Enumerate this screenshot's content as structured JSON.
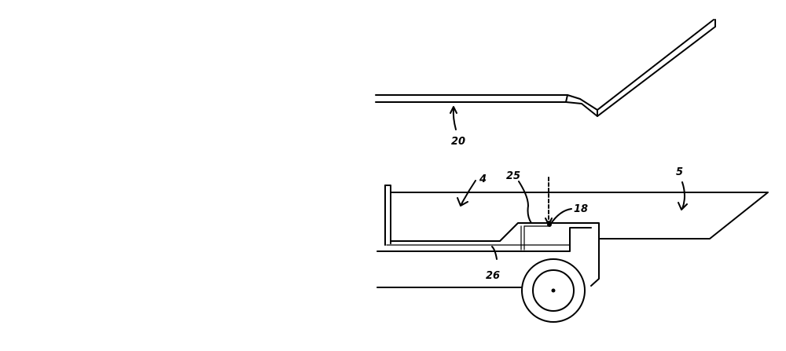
{
  "figure": {
    "labels": {
      "ramp": "20",
      "bed_front": "4",
      "bed_rear": "5",
      "channel": "25",
      "pivot": "18",
      "rail": "26"
    }
  }
}
